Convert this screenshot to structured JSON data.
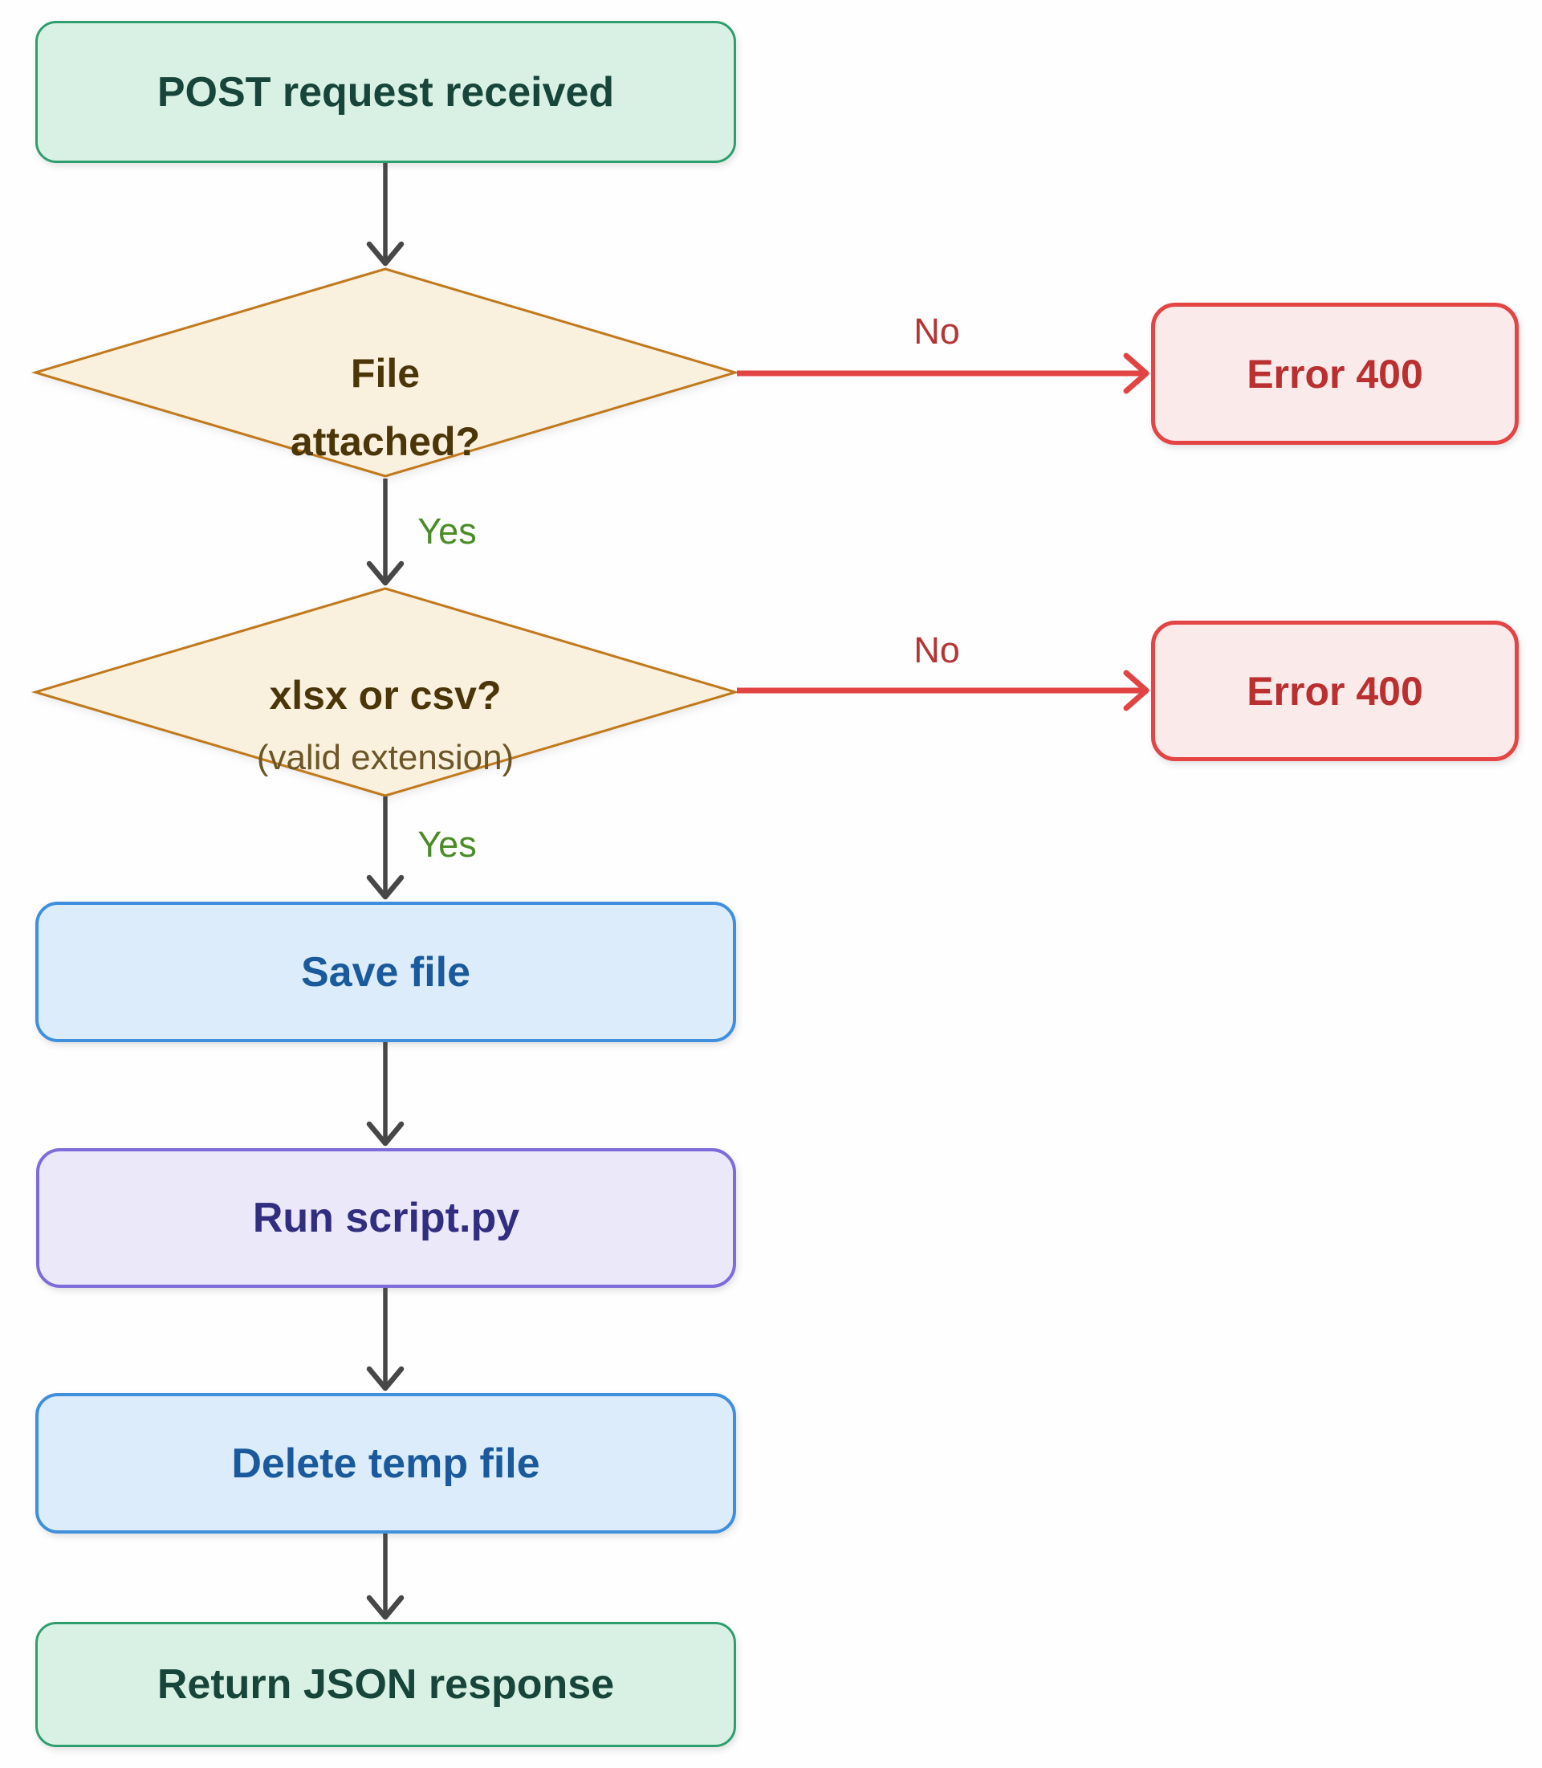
{
  "diagram": {
    "nodes": {
      "start": {
        "label": "POST request received",
        "type": "terminator"
      },
      "decision_file": {
        "line1": "File",
        "line2": "attached?",
        "type": "decision"
      },
      "error1": {
        "label": "Error 400",
        "type": "error"
      },
      "decision_ext": {
        "line1": "xlsx or csv?",
        "line2": "(valid extension)",
        "type": "decision"
      },
      "error2": {
        "label": "Error 400",
        "type": "error"
      },
      "save": {
        "label": "Save file",
        "type": "process"
      },
      "run": {
        "label": "Run script.py",
        "type": "process"
      },
      "delete": {
        "label": "Delete temp file",
        "type": "process"
      },
      "end": {
        "label": "Return JSON response",
        "type": "terminator"
      }
    },
    "edge_labels": {
      "no1": "No",
      "yes1": "Yes",
      "no2": "No",
      "yes2": "Yes"
    },
    "colors": {
      "start_end_fill": "#d9f1e5",
      "start_end_border": "#2f9e6e",
      "start_end_text": "#17453a",
      "decision_fill": "#faf0de",
      "decision_border": "#c0791c",
      "decision_text": "#4b3609",
      "decision_subtext": "#6b5627",
      "error_fill": "#faeaea",
      "error_border": "#e44444",
      "error_text": "#ba2f2f",
      "process_blue_fill": "#dcecfa",
      "process_blue_border": "#3f8fdd",
      "process_blue_text": "#1a5a9c",
      "process_purple_fill": "#ebe8fa",
      "process_purple_border": "#7d6cd9",
      "process_purple_text": "#312d80",
      "arrow": "#474747",
      "yes_label": "#4a8c28",
      "no_label": "#b53535",
      "red_arrow": "#e24444"
    }
  }
}
